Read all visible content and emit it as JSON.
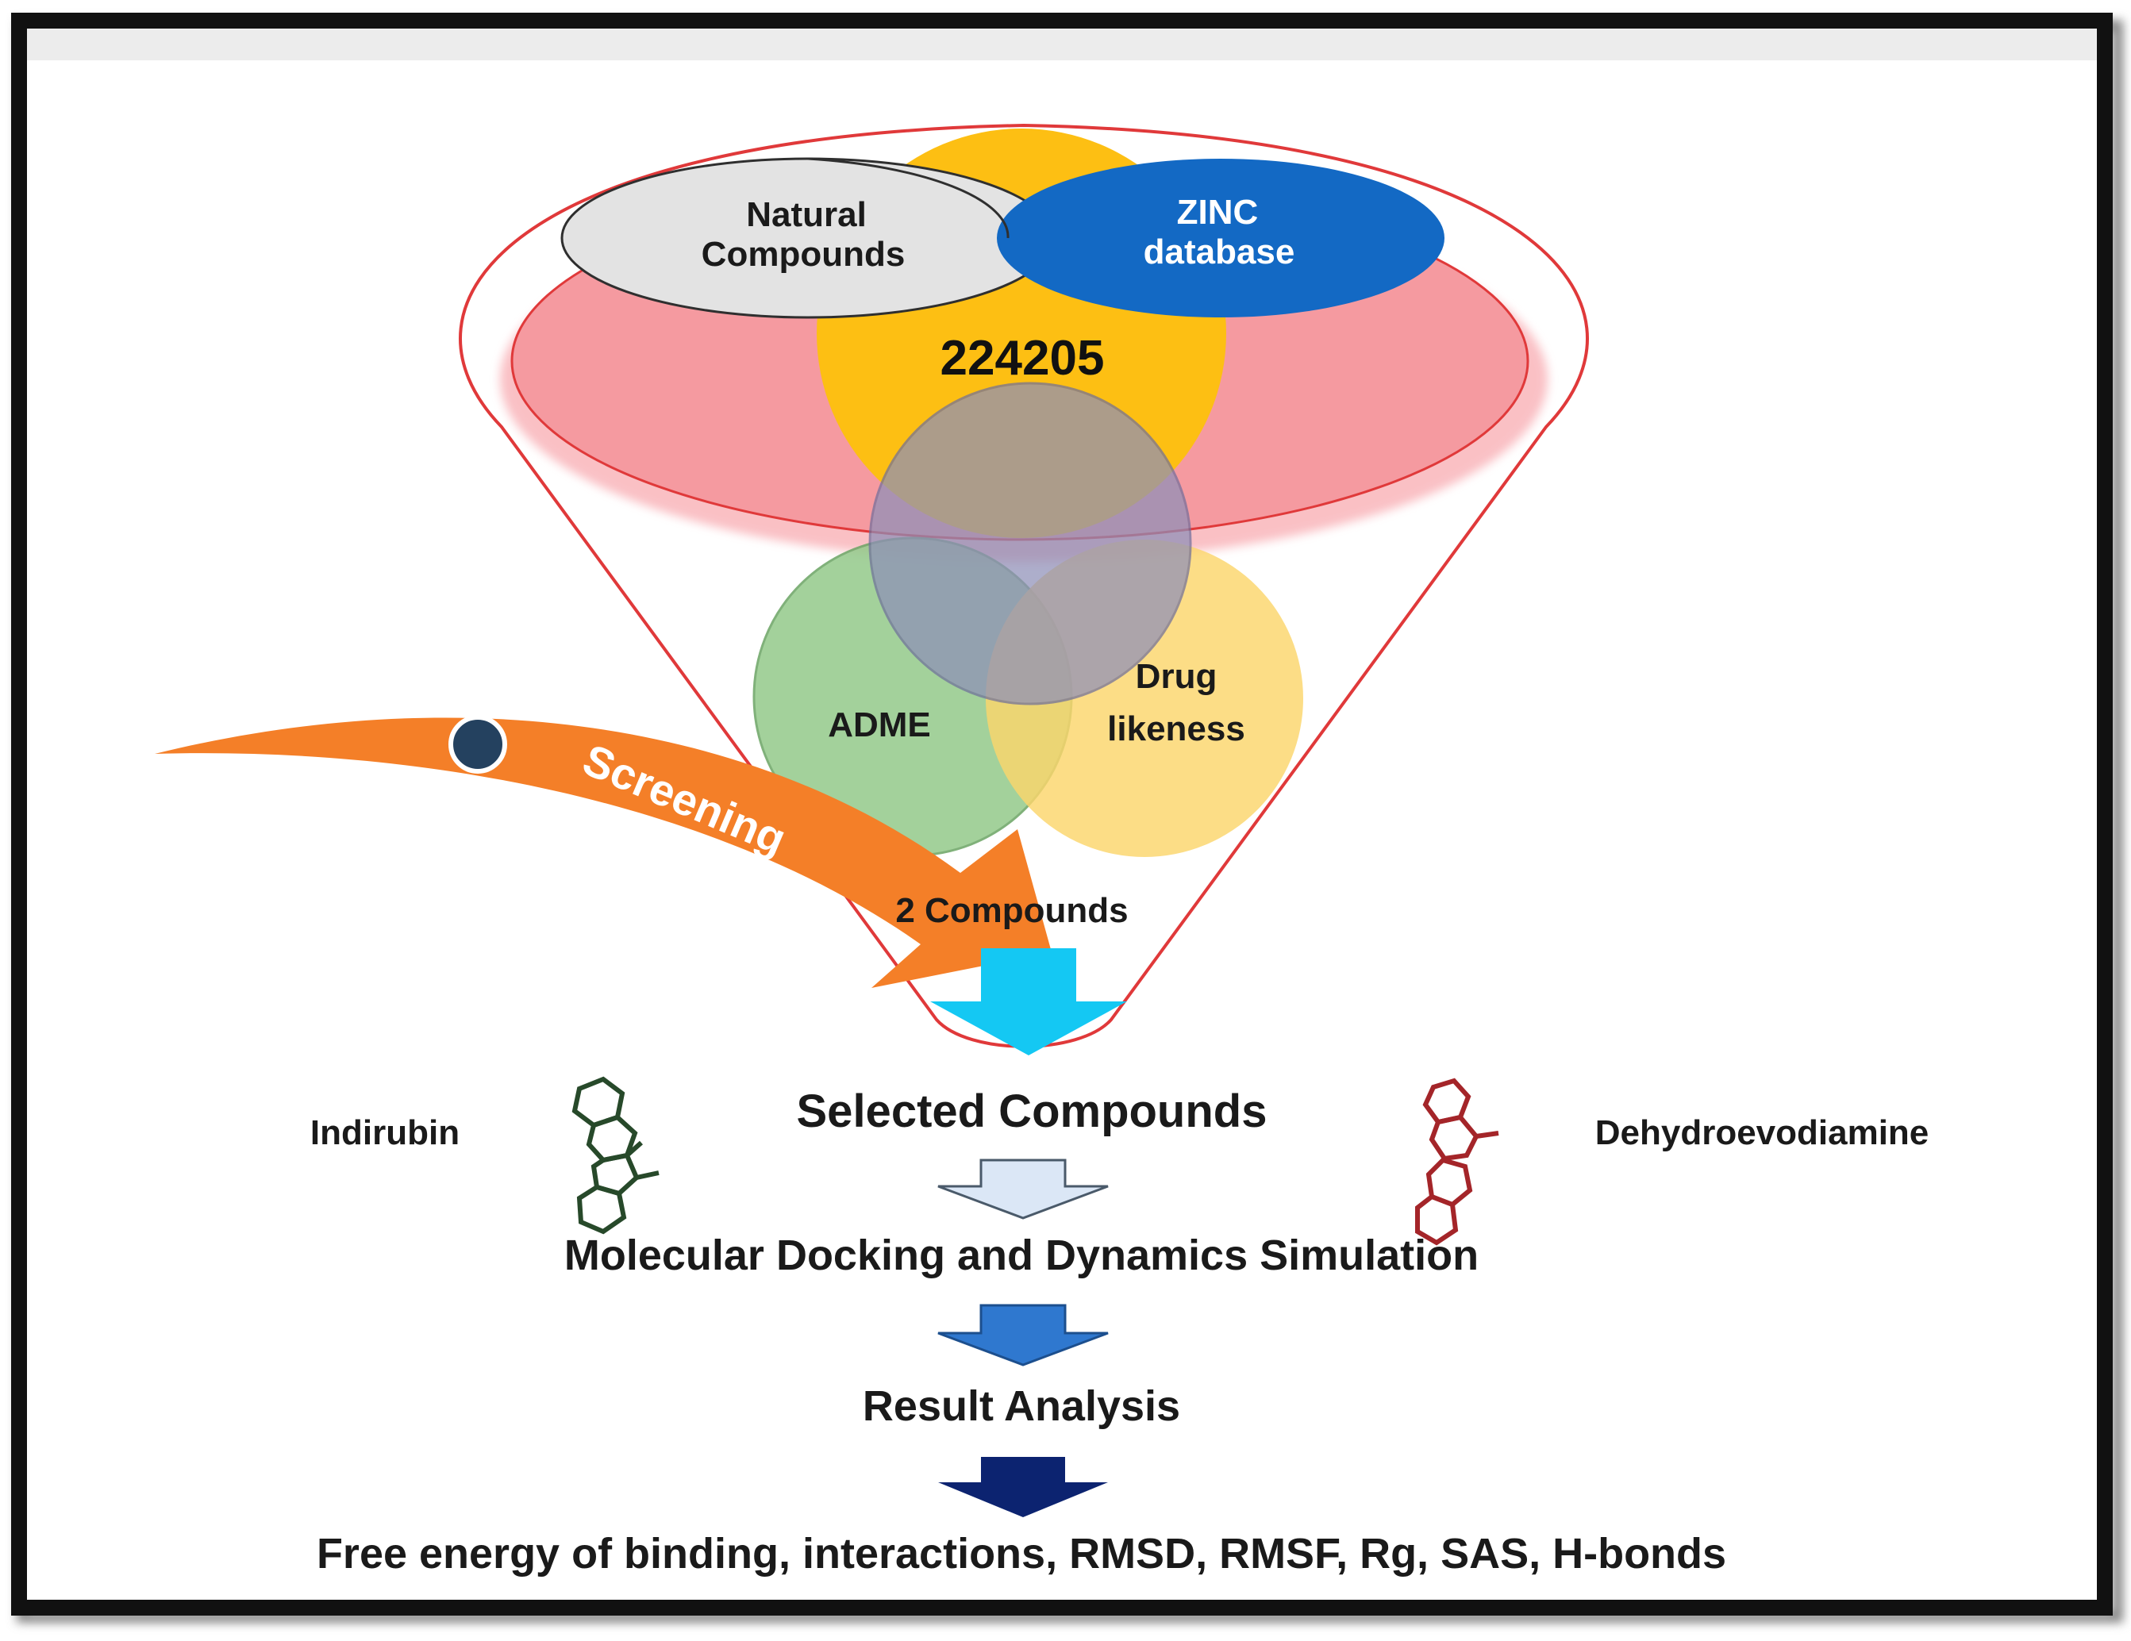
{
  "sources": {
    "natural_compounds": [
      "Natural",
      "Compounds"
    ],
    "zinc_database": [
      "ZINC",
      "database"
    ]
  },
  "total_count": "224205",
  "filters": {
    "adme": "ADME",
    "drug_likeness": [
      "Drug",
      "likeness"
    ]
  },
  "screening_label": "Screening",
  "hits_label": "2 Compounds",
  "selected": {
    "title": "Selected Compounds",
    "left_compound": "Indirubin",
    "right_compound": "Dehydroevodiamine"
  },
  "workflow": {
    "step1": "Molecular Docking and Dynamics Simulation",
    "step2": "Result Analysis",
    "step3": "Free energy of binding, interactions, RMSD, RMSF, Rg, SAS, H-bonds"
  },
  "colors": {
    "frame": "#111111",
    "funnel_outline": "#e0393a",
    "pink_pool": "#f68d95",
    "gold_pool": "#fdbf13",
    "natural_oval": "#e3e3e3",
    "zinc_oval": "#1369c4",
    "purple_circle": "#8e8fb8",
    "adme_circle": "#93c98a",
    "drug_circle": "#fbd56b",
    "screening_arrow": "#f47f28",
    "cyan_arrow": "#14c8f3",
    "step_arrow_1": "#dbe7f6",
    "step_arrow_2": "#2f78cf",
    "step_arrow_3": "#0c2370",
    "indirubin_structure": "#27492a",
    "dehydroevodiamine_structure": "#a42529"
  }
}
